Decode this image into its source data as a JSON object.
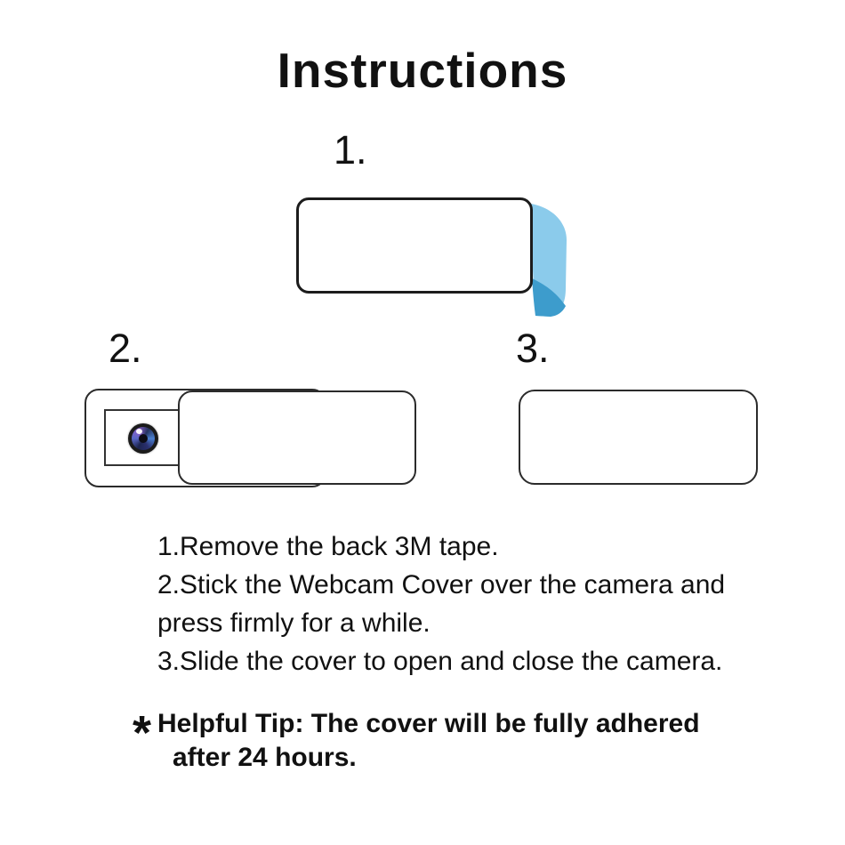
{
  "title": "Instructions",
  "steps": [
    {
      "label": "1."
    },
    {
      "label": "2."
    },
    {
      "label": "3."
    }
  ],
  "instructions": [
    "1.Remove the back 3M tape.",
    "2.Stick the Webcam Cover over the camera and",
    "press firmly for a while.",
    "3.Slide the cover to open and close the camera."
  ],
  "tip": {
    "marker": "*",
    "line1": "Helpful Tip: The cover will be fully adhered",
    "line2": "after 24 hours."
  },
  "icons": {
    "adhesive_tape": "peeling-blue-tape-ribbon",
    "camera_lens": "dark-lens-with-blue-purple-iris"
  },
  "colors": {
    "background": "#ffffff",
    "text": "#111111",
    "outline": "#1c1c1c",
    "tape_light": "#8BCBEB",
    "tape_dark": "#3D9CCC",
    "lens_ring": "#1b1b1b"
  }
}
